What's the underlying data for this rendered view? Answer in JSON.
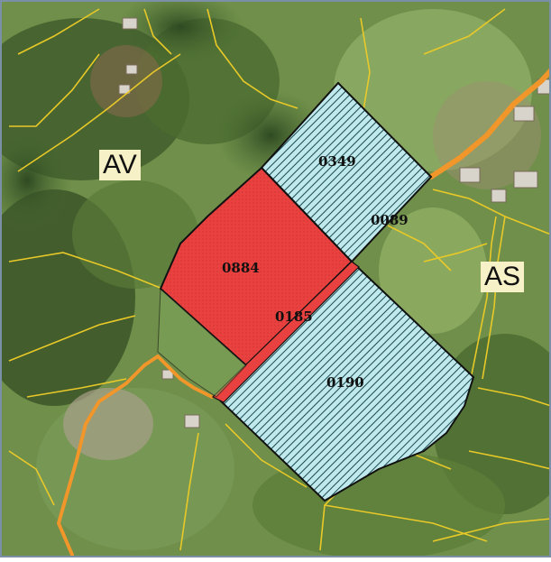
{
  "map": {
    "sections": [
      {
        "id": "av",
        "label": "AV"
      },
      {
        "id": "as",
        "label": "AS"
      }
    ],
    "parcels": [
      {
        "number": "0349",
        "fill": "hatched-cyan"
      },
      {
        "number": "0089",
        "fill": "hatched-cyan"
      },
      {
        "number": "0884",
        "fill": "highlighted-red"
      },
      {
        "number": "0185",
        "fill": "hatched-cyan"
      },
      {
        "number": "0190",
        "fill": "hatched-cyan"
      }
    ],
    "colors": {
      "highlight": "#e8413f",
      "hatch_base": "#bfe9ec",
      "hatch_line": "#1b4a4f",
      "parcel_boundary": "#e8c928",
      "road_orange": "#f0962a",
      "vegetation_dark": "#3f5a2a",
      "vegetation_light": "#8aa862"
    }
  }
}
